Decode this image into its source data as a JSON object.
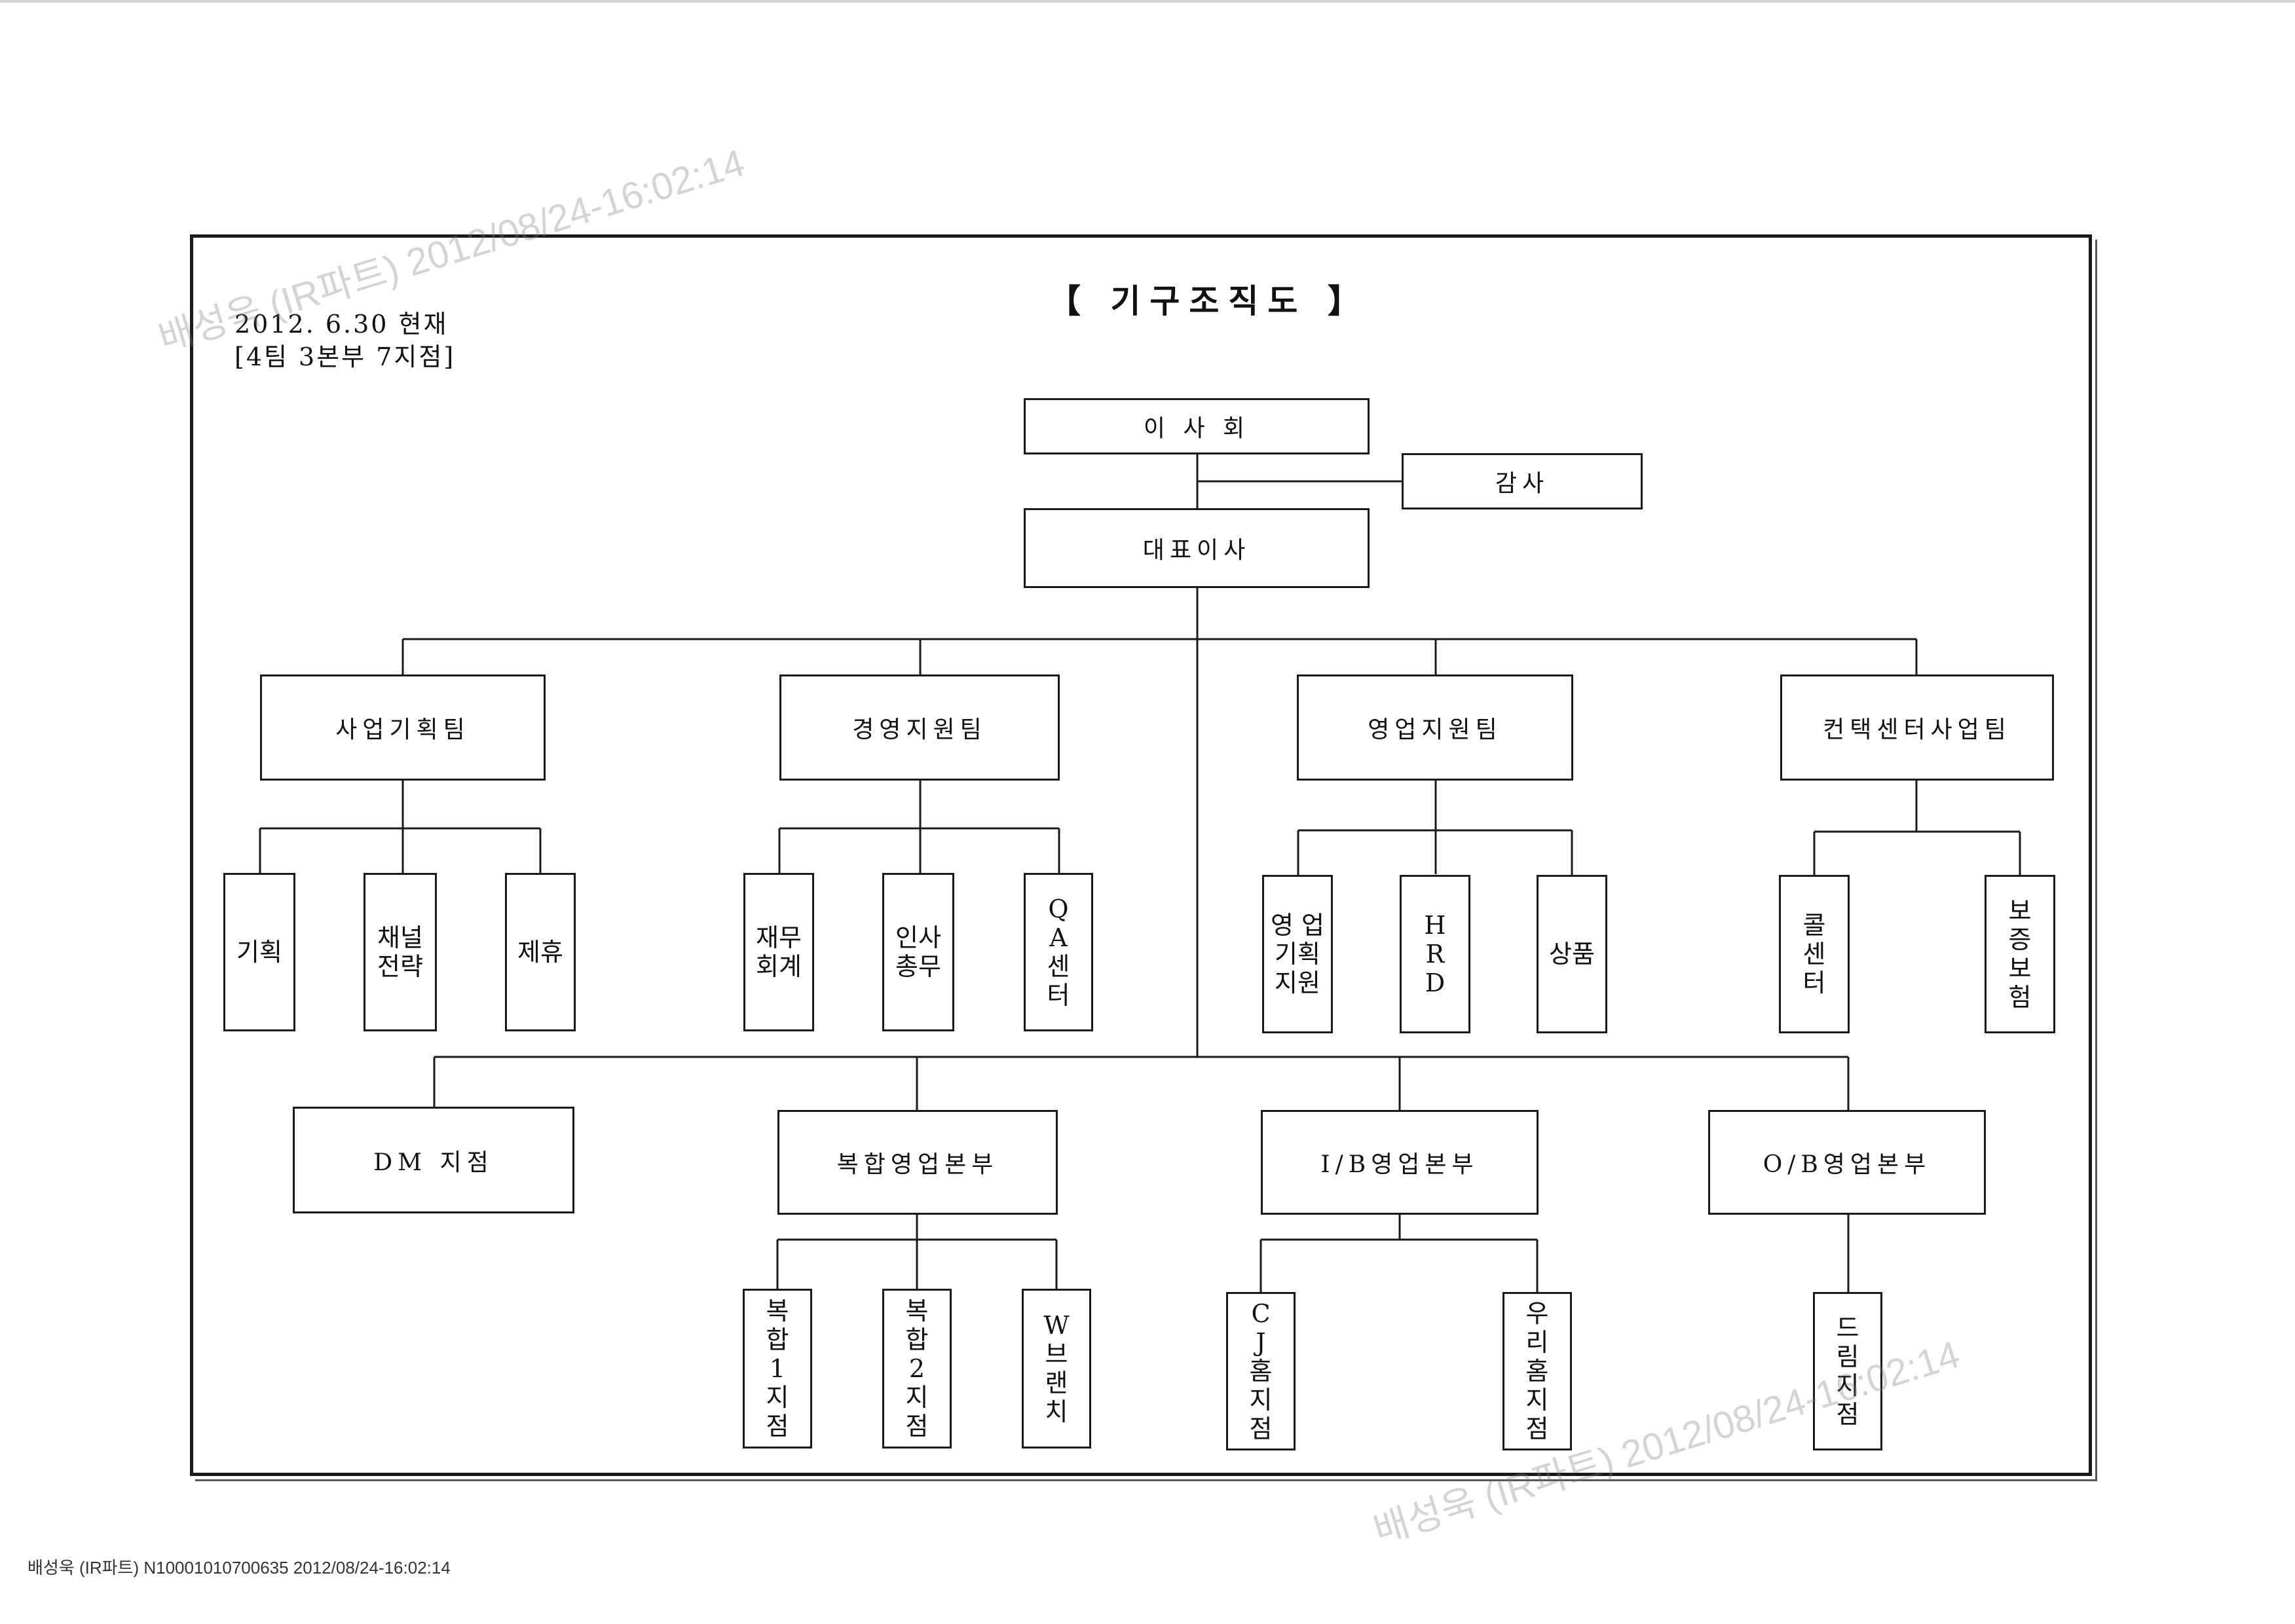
{
  "title": "【 기구조직도 】",
  "date_line": "2012. 6.30 현재",
  "summary_line": "[4팀 3본부 7지점]",
  "board": "이 사 회",
  "audit": "감사",
  "ceo": "대표이사",
  "teams": [
    {
      "name": "사업기획팀",
      "units": [
        "기획",
        "채널\n전략",
        "제휴"
      ]
    },
    {
      "name": "경영지원팀",
      "units": [
        "재무\n회계",
        "인사\n총무",
        "Q\nA\n센\n터"
      ]
    },
    {
      "name": "영업지원팀",
      "units": [
        "영 업\n기획\n지원",
        "H\nR\nD",
        "상품"
      ]
    },
    {
      "name": "컨택센터사업팀",
      "units": [
        "콜\n센\n터",
        "보\n증\n보\n험"
      ]
    }
  ],
  "divisions": [
    {
      "name": "DM 지점",
      "units": []
    },
    {
      "name": "복합영업본부",
      "units": [
        "복\n합\n1\n지\n점",
        "복\n합\n2\n지\n점",
        "W\n브\n랜\n치"
      ]
    },
    {
      "name": "I/B영업본부",
      "units": [
        "C\nJ\n홈\n지\n점",
        "우\n리\n홈\n지\n점"
      ]
    },
    {
      "name": "O/B영업본부",
      "units": [
        "드\n림\n지\n점"
      ]
    }
  ],
  "watermark": "배성욱 (IR파트) 2012/08/24-16:02:14",
  "footer": "배성욱 (IR파트) N10001010700635 2012/08/24-16:02:14"
}
